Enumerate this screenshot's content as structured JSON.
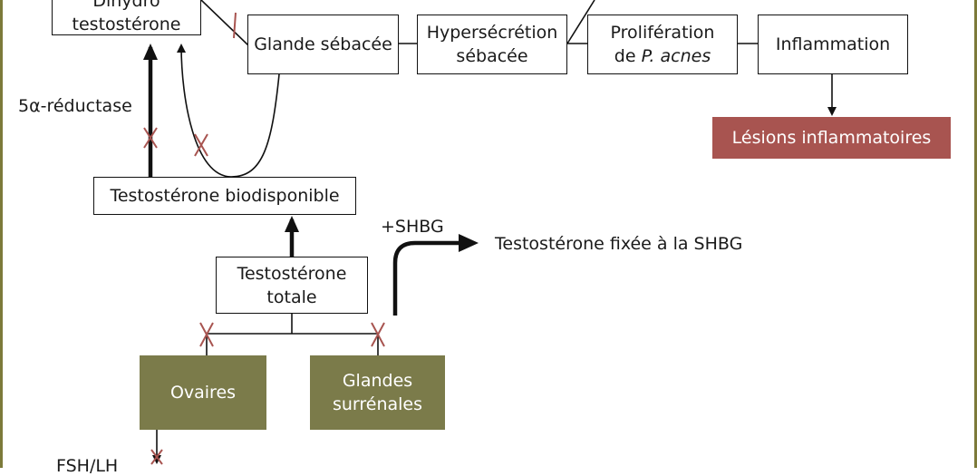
{
  "nodes": {
    "dihydrotestosterone": {
      "line1": "Dihydro",
      "line2": "testostérone"
    },
    "glande_sebacee": "Glande sébacée",
    "hypersecretion": {
      "line1": "Hypersécrétion",
      "line2": "sébacée"
    },
    "proliferation": {
      "line1": "Prolifération",
      "line2_prefix": "de ",
      "line2_italic": "P. acnes"
    },
    "inflammation": "Inflammation",
    "lesions": "Lésions inflammatoires",
    "testosterone_biodisponible": "Testostérone biodisponible",
    "testosterone_totale": {
      "line1": "Testostérone",
      "line2": "totale"
    },
    "ovaires": "Ovaires",
    "glandes_surrenales": {
      "line1": "Glandes",
      "line2": "surrénales"
    }
  },
  "labels": {
    "reductase": "5α-réductase",
    "shbg": "+SHBG",
    "testosterone_fixee": "Testostérone fixée à la SHBG",
    "fsh_lh": "FSH/LH"
  },
  "colors": {
    "olive": "#7b7b4a",
    "lesion_red": "#a85450",
    "block_mark": "#a85450",
    "frame": "#7c7a3a"
  }
}
